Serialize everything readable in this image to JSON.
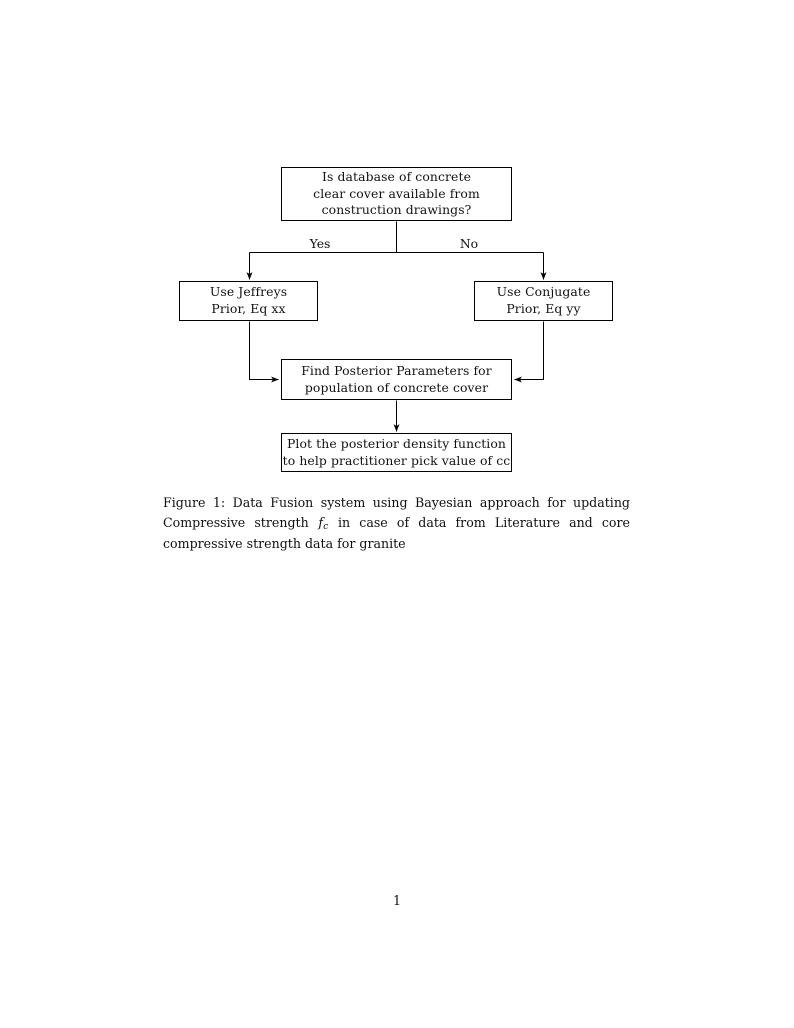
{
  "document": {
    "page_number": "1",
    "background_color": "#ffffff",
    "ink_color": "#000000"
  },
  "figure": {
    "id": "figure-1",
    "caption": {
      "label": "Figure 1:",
      "text_before_math": " Data Fusion system using Bayesian approach for updating Compressive strength ",
      "math_symbol": "f",
      "math_subscript": "c",
      "text_after_math": " in case of data from Literature and core compressive strength data for granite",
      "full_text": "Figure 1: Data Fusion system using Bayesian approach for updating Compressive strength f_c in case of data from Literature and core compressive strength data for granite"
    },
    "diagram": {
      "type": "flowchart",
      "nodes": [
        {
          "id": "question",
          "shape": "rectangle",
          "lines": [
            "Is database of concrete",
            "clear cover available from",
            "construction drawings?"
          ]
        },
        {
          "id": "jeffreys",
          "shape": "rectangle",
          "lines": [
            "Use Jeffreys",
            "Prior, Eq xx"
          ]
        },
        {
          "id": "conjugate",
          "shape": "rectangle",
          "lines": [
            "Use Conjugate",
            "Prior, Eq yy"
          ]
        },
        {
          "id": "posterior",
          "shape": "rectangle",
          "lines": [
            "Find Posterior Parameters for",
            "population of concrete cover"
          ]
        },
        {
          "id": "plot",
          "shape": "rectangle",
          "lines": [
            "Plot the posterior density function",
            "to help practitioner pick value of cc"
          ]
        }
      ],
      "edge_labels": {
        "yes": "Yes",
        "no": "No"
      },
      "edges": [
        {
          "from": "question",
          "to": "jeffreys",
          "label": "Yes"
        },
        {
          "from": "question",
          "to": "conjugate",
          "label": "No"
        },
        {
          "from": "jeffreys",
          "to": "posterior",
          "label": ""
        },
        {
          "from": "conjugate",
          "to": "posterior",
          "label": ""
        },
        {
          "from": "posterior",
          "to": "plot",
          "label": ""
        }
      ]
    }
  }
}
